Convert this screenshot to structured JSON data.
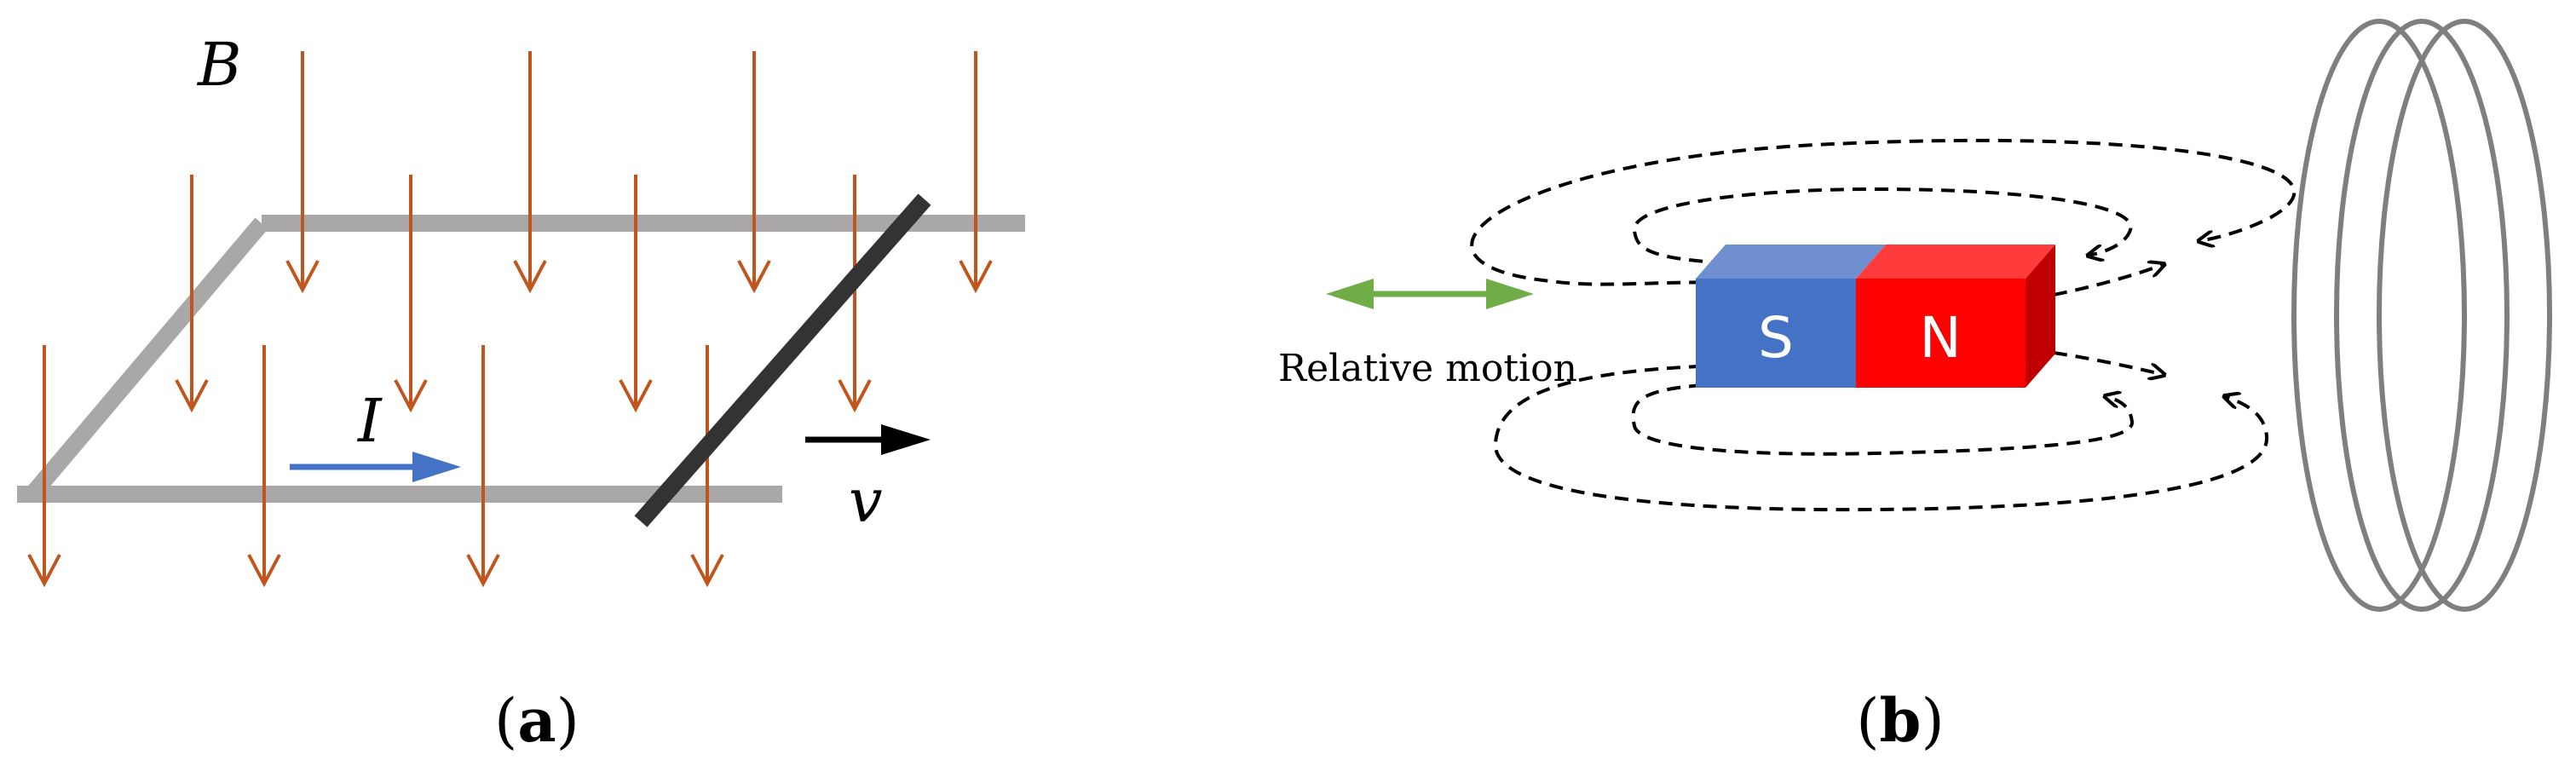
{
  "panel_a": {
    "field_label": "B",
    "current_label": "I",
    "velocity_label": "v",
    "caption_open": "(",
    "caption_letter": "a",
    "caption_close": ")"
  },
  "panel_b": {
    "south_pole_label": "S",
    "north_pole_label": "N",
    "motion_label": "Relative motion",
    "caption_open": "(",
    "caption_letter": "b",
    "caption_close": ")"
  },
  "colors": {
    "field_arrow": "#c0561e",
    "rail": "#a9a7a7",
    "rod": "#333333",
    "current_arrow": "#4472c4",
    "velocity_arrow": "#000000",
    "magnet_south": "#4472c4",
    "magnet_north": "#ff0000",
    "motion_arrow": "#70ad47",
    "coil": "#7f7f7f"
  }
}
